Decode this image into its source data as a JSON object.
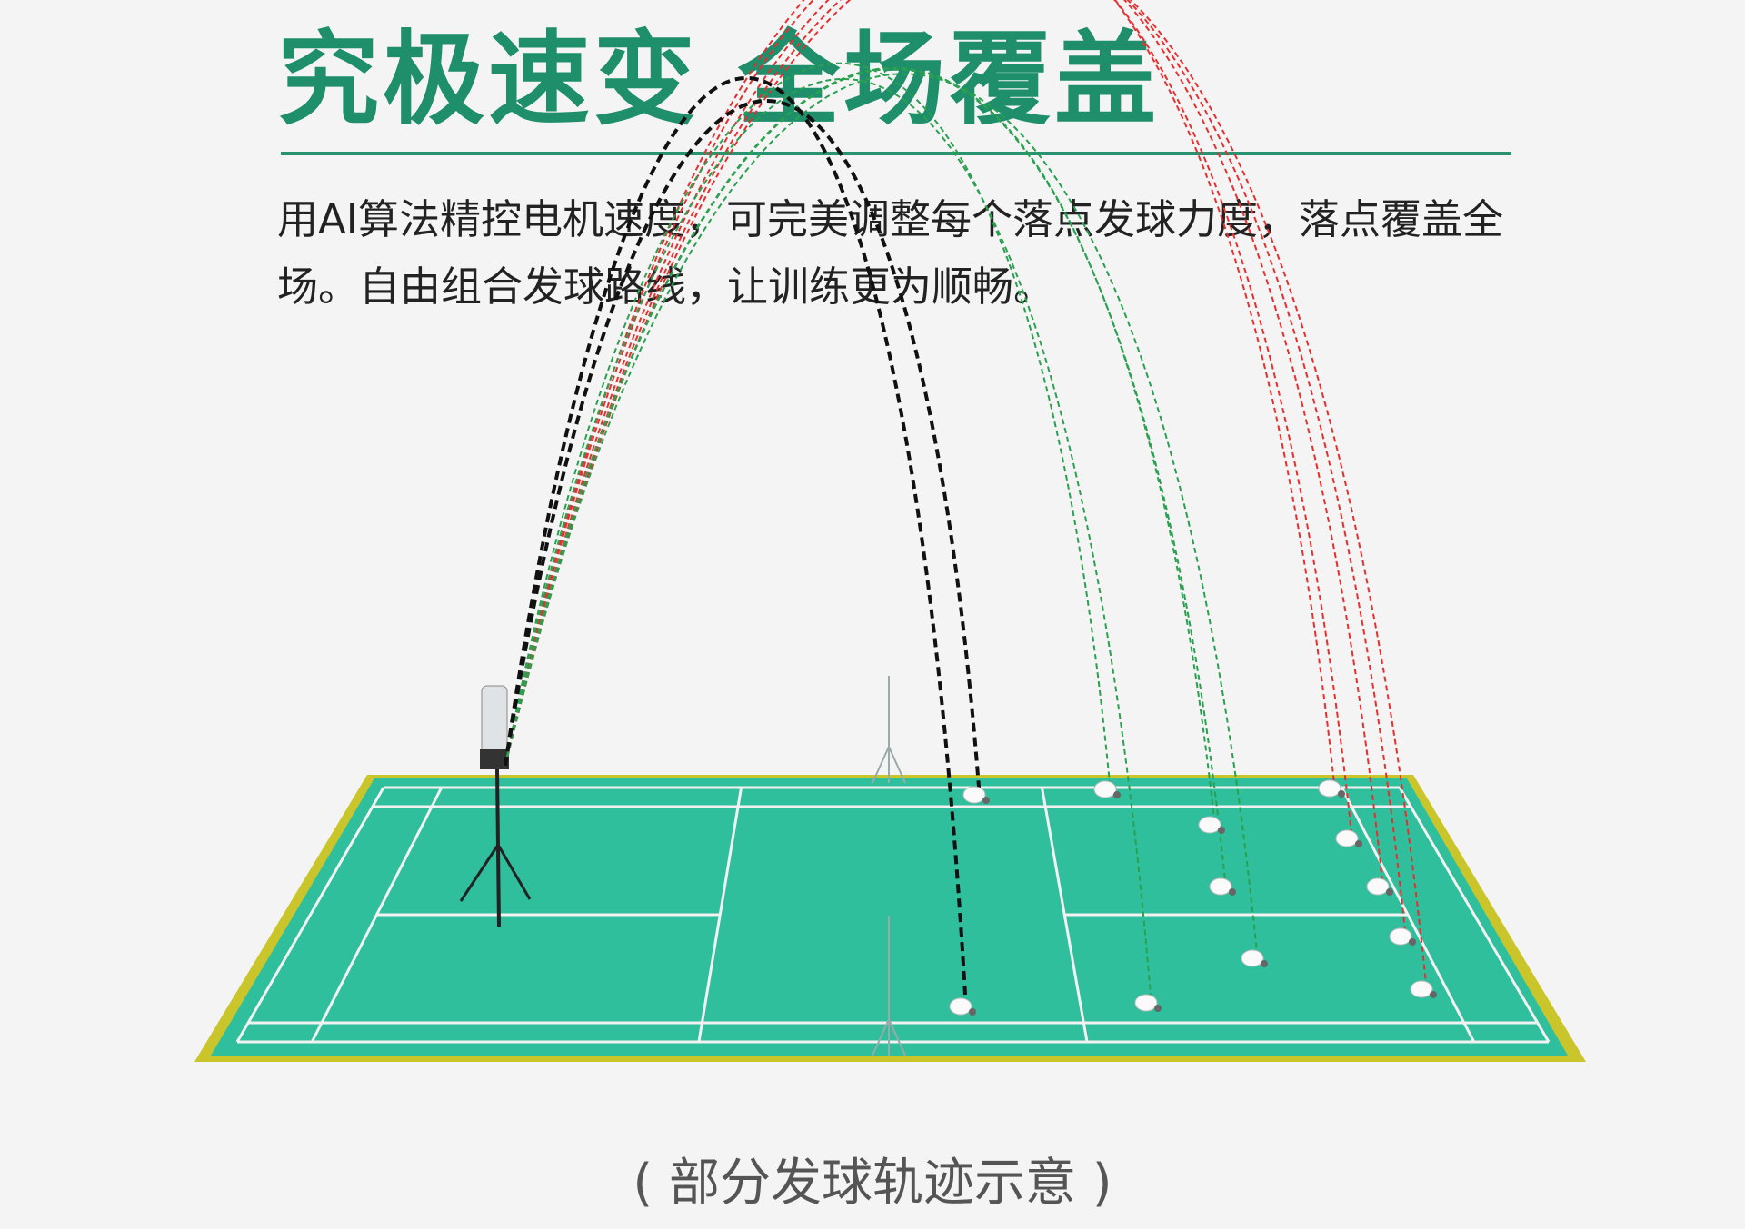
{
  "header": {
    "title": "究极速变 全场覆盖",
    "description": "用AI算法精控电机速度，可完美调整每个落点发球力度，落点覆盖全场。自由组合发球路线，让训练更为顺畅。"
  },
  "illustration": {
    "caption": "( 部分发球轨迹示意 )",
    "colors": {
      "court": "#2fbf9c",
      "court_border": "#c9c52a",
      "title_green": "#1f8f6b",
      "trajectory_red": "#e53030",
      "trajectory_green": "#2aa050",
      "trajectory_black": "#111111"
    }
  }
}
